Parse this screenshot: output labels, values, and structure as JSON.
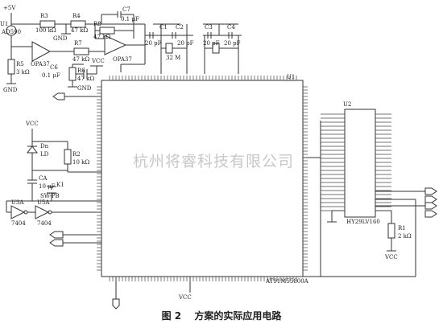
{
  "labels": {
    "vcc_top": "+5V",
    "u_ref": "U1",
    "u_ref_part": "AD590",
    "r3": "R3",
    "r3_val": "100 kΩ",
    "r4": "R4",
    "r4_val": "47 kΩ",
    "c7": "C7",
    "c7_val": "0.1 μF",
    "r8": "R8",
    "r8_val": "47 kΩ",
    "gnd_a": "GND",
    "r7": "R7",
    "r7_val": "47 kΩ",
    "opa1": "OPA37",
    "opa2": "OPA37",
    "r5": "R5",
    "r5_val": "3 kΩ",
    "gnd_b": "GND",
    "vcc_a": "VCC",
    "c6": "C6",
    "c6_val": "0.1 μF",
    "r6": "R6",
    "r6_val": "47 kΩ",
    "gnd_c": "GND",
    "c1": "C1",
    "c1_val": "20 pF",
    "c2": "C2",
    "c2_val": "20 pF",
    "c3": "C3",
    "c3_val": "20 pF",
    "c4": "C4",
    "c4_val": "20 pF",
    "xtal": "32 M",
    "u1": "U1",
    "u1_part": "AT91M55800A",
    "u2": "U2",
    "u2_part": "HY29LV160",
    "vcc_b": "VCC",
    "d1": "Dn",
    "d1_val": "LD",
    "r2": "R2",
    "r2_val": "10 kΩ",
    "c5": "CA",
    "c5_val": "10 μF",
    "k1": "K1",
    "sw": "SW-PB",
    "u3a": "U3A",
    "u3a_part": "7404",
    "u5a": "U5A",
    "u5a_part": "7404",
    "r1": "R1",
    "r1_val": "2 kΩ",
    "vcc_c": "VCC",
    "vcc_d": "VCC"
  },
  "caption": {
    "number": "图 2",
    "text": "方案的实际应用电路"
  },
  "watermark": "杭州将睿科技有限公司"
}
